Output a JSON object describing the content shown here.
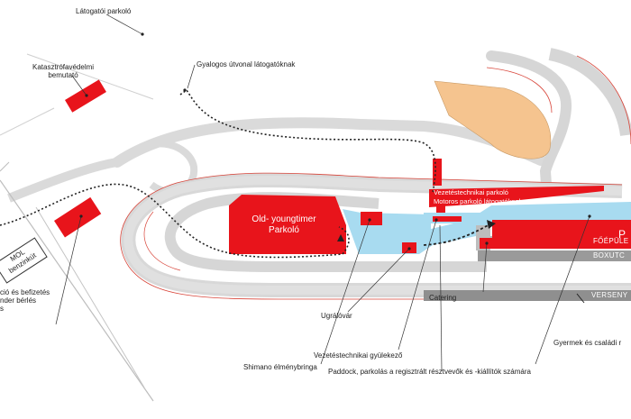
{
  "labels": {
    "latogatoi_parkolo": "Látogatói parkoló",
    "katasztrofa_line1": "Katasztrófavédelmi",
    "katasztrofa_line2": "bemutató",
    "gyalogos_utvonal": "Gyalogos útvonal látogatóknak",
    "mol_line1": "MOL",
    "mol_line2": "benzinkút",
    "left_cut_line1": "ció és befizetés",
    "left_cut_line2": "nder bérlés",
    "left_cut_line3": "s",
    "old_youngtimer_line1": "Old- youngtimer",
    "old_youngtimer_line2": "Parkoló",
    "vezetestechnikai_parkolo": "Vezetéstechnikai parkoló",
    "motoros_parkolo": "Motoros parkoló látogatóknak",
    "big_zone_letter": "P",
    "foepulet": "FŐÉPÜLE",
    "boxutca": "BOXUTC",
    "versenypalya": "VERSENY",
    "ugralovar": "Ugrálóvár",
    "catering": "Catering",
    "shimano": "Shimano élménybringa",
    "gyermek": "Gyermek és családi r",
    "vezetestechnikai_gyulekezo": "Vezetéstechnikai gyülekező",
    "paddock": "Paddock, parkolás a regisztrált résztvevők és -kiállítók számára"
  },
  "colors": {
    "red_zone": "#e8141b",
    "water_blue": "#a8dbf0",
    "sand": "#f5c48f",
    "track_gray": "#d8d8d8",
    "dark_gray": "#8f8f8f",
    "pit_gray": "#b7b7b7"
  }
}
